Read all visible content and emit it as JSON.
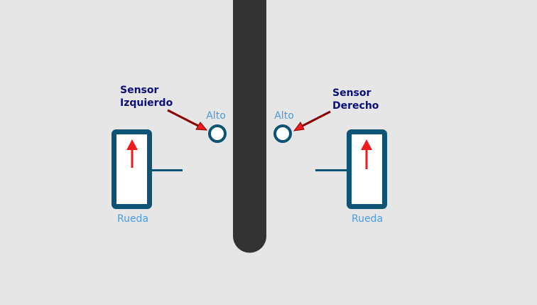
{
  "diagram": {
    "colors": {
      "background": "#e6e6e6",
      "line": "#333333",
      "sensor_outline": "#0d5375",
      "wheel_outline": "#0d5375",
      "arrow": "#ee1c1c",
      "label_blue": "#4a9be0",
      "title_navy": "#0b0f7a"
    },
    "left_sensor": {
      "title_line1": "Sensor",
      "title_line2": "Izquierdo",
      "state": "Alto"
    },
    "right_sensor": {
      "title_line1": "Sensor",
      "title_line2": "Derecho",
      "state": "Alto"
    },
    "left_wheel": {
      "label": "Rueda",
      "direction_icon": "arrow-up-icon"
    },
    "right_wheel": {
      "label": "Rueda",
      "direction_icon": "arrow-up-icon"
    }
  }
}
